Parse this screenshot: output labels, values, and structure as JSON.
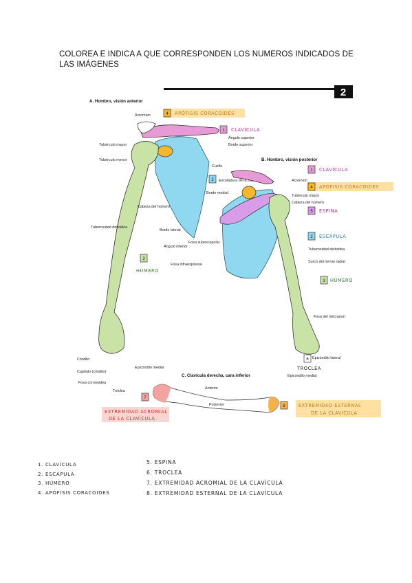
{
  "page": {
    "title": "COLOREA E INDICA A QUE CORRESPONDEN LOS NUMEROS INDICADOS DE LAS IMÁGENES"
  },
  "colors": {
    "clavicle": "#e79ad5",
    "scapula": "#8fd8f0",
    "humerus": "#c9e3a6",
    "coracoid": "#f5b72e",
    "spine": "#d89ce9",
    "acromial_end": "#f4a3a3",
    "sternal_end": "#f6b24a",
    "label_pink": "#c1289c",
    "label_blue": "#1d7bb9",
    "label_green": "#2f7d2e",
    "label_orange": "#c27a12",
    "label_red": "#c7342f",
    "highlight_orange": "#ffe0a3",
    "highlight_red": "#fbd5d2"
  },
  "figure": {
    "header_mark": "2",
    "panel_a": {
      "title": "A. Hombro, visión anterior",
      "labels": {
        "acromion": "Acromion",
        "tuberculo_mayor": "Tubérculo mayor",
        "tuberculo_menor": "Tubérculo menor",
        "angulo_superior": "Ángulo superior",
        "borde_superior": "Borde superior",
        "cuello": "Cuello",
        "escotadura": "Escotadura de la escápula",
        "borde_medial": "Borde medial",
        "cabeza_humero": "Cabeza del húmero",
        "tuberosidad_deltoidea": "Tuberosidad deltoidea",
        "borde_lateral": "Borde lateral",
        "angulo_inferior": "Ángulo inferior",
        "fosa_subescapular": "Fosa subescapular",
        "fosa_infraespinosa": "Fosa infraespinosa",
        "condilo": "Cóndilo",
        "capitulo": "Capítulo (cóndilo)",
        "fosa_coronoidea": "Fosa coronoidea",
        "troclea": "Tróclea",
        "epicondilo_medial": "Epicóndilo medial"
      }
    },
    "panel_b": {
      "title": "B. Hombro, visión posterior",
      "labels": {
        "acromion": "Acromion",
        "tuberculo_mayor": "Tubérculo mayor",
        "cabeza_humero": "Cabeza del húmero",
        "tuberosidad_deltoidea": "Tuberosidad deltoidea",
        "surco_nervio_radial": "Surco del nervio radial",
        "fosa_olecranon": "Fosa del olécranon",
        "epicondilo_lateral": "Epicóndilo lateral",
        "epicondilo_medial": "Epicóndilo medial"
      }
    },
    "panel_c": {
      "title": "C. Clavícula derecha, cara inferior",
      "labels": {
        "anterior": "Anterior",
        "posterior": "Posterior"
      }
    },
    "annotations": {
      "n1": "1",
      "clavicula": "CLAVÍCULA",
      "n2": "2",
      "escapula": "ESCÁPULA",
      "n3": "3",
      "humero": "HÚMERO",
      "n4": "4",
      "apofisis": "APÓFISIS CORACOIDES",
      "n5": "5",
      "espina": "ESPINA",
      "n6": "6",
      "troclea": "TROCLEA",
      "n7": "7",
      "extremidad_acromial_1": "EXTREMIDAD ACROMIAL",
      "extremidad_acromial_2": "DE LA CLAVÍCULA",
      "n8": "8",
      "extremidad_esternal_1": "EXTREMIDAD ESTERNAL",
      "extremidad_esternal_2": "DE LA CLAVÍCULA"
    }
  },
  "legend": {
    "left": [
      "1. CLAVÍCULA",
      "2. ESCÁPULA",
      "3. HÚMERO",
      "4. APÓFISIS CORACOIDES"
    ],
    "right": [
      "5. ESPINA",
      "6. TROCLEA",
      "7. EXTREMIDAD ACROMIAL DE LA CLAVÍCULA",
      "8. EXTREMIDAD ESTERNAL DE LA CLAVÍCULA"
    ]
  }
}
